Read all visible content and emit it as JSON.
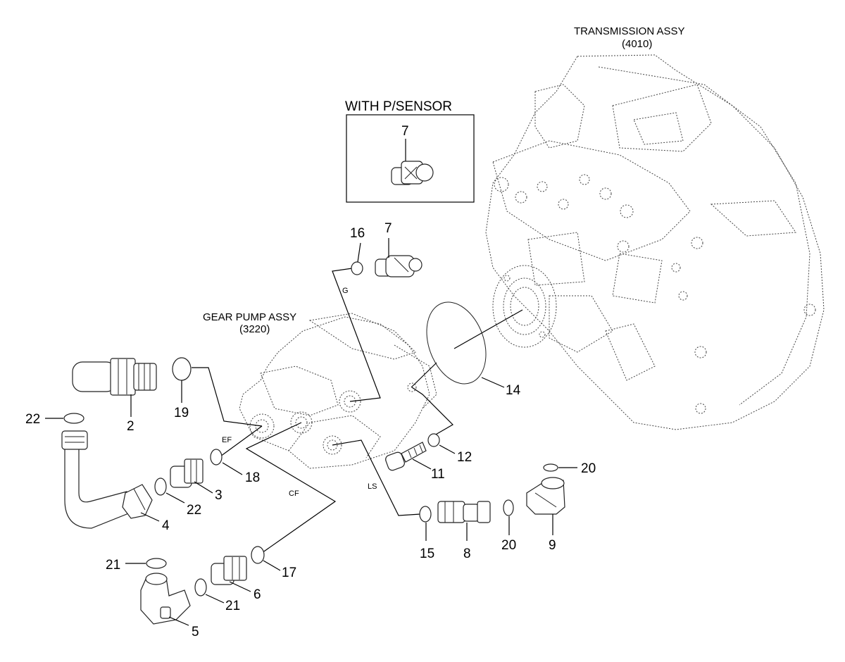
{
  "assemblies": {
    "transmission_name": "TRANSMISSION ASSY",
    "transmission_code": "(4010)",
    "gear_pump_name": "GEAR PUMP ASSY",
    "gear_pump_code": "(3220)"
  },
  "inset": {
    "title": "WITH P/SENSOR",
    "part": "7"
  },
  "port_labels": {
    "g": "G",
    "ef": "EF",
    "cf": "CF",
    "ls": "LS"
  },
  "callouts": {
    "c2": "2",
    "c3": "3",
    "c4": "4",
    "c5": "5",
    "c6": "6",
    "c7": "7",
    "c8": "8",
    "c9": "9",
    "c11": "11",
    "c12": "12",
    "c14": "14",
    "c15": "15",
    "c16": "16",
    "c17": "17",
    "c18": "18",
    "c19": "19",
    "c20a": "20",
    "c20b": "20",
    "c21a": "21",
    "c21b": "21",
    "c22a": "22",
    "c22b": "22"
  }
}
